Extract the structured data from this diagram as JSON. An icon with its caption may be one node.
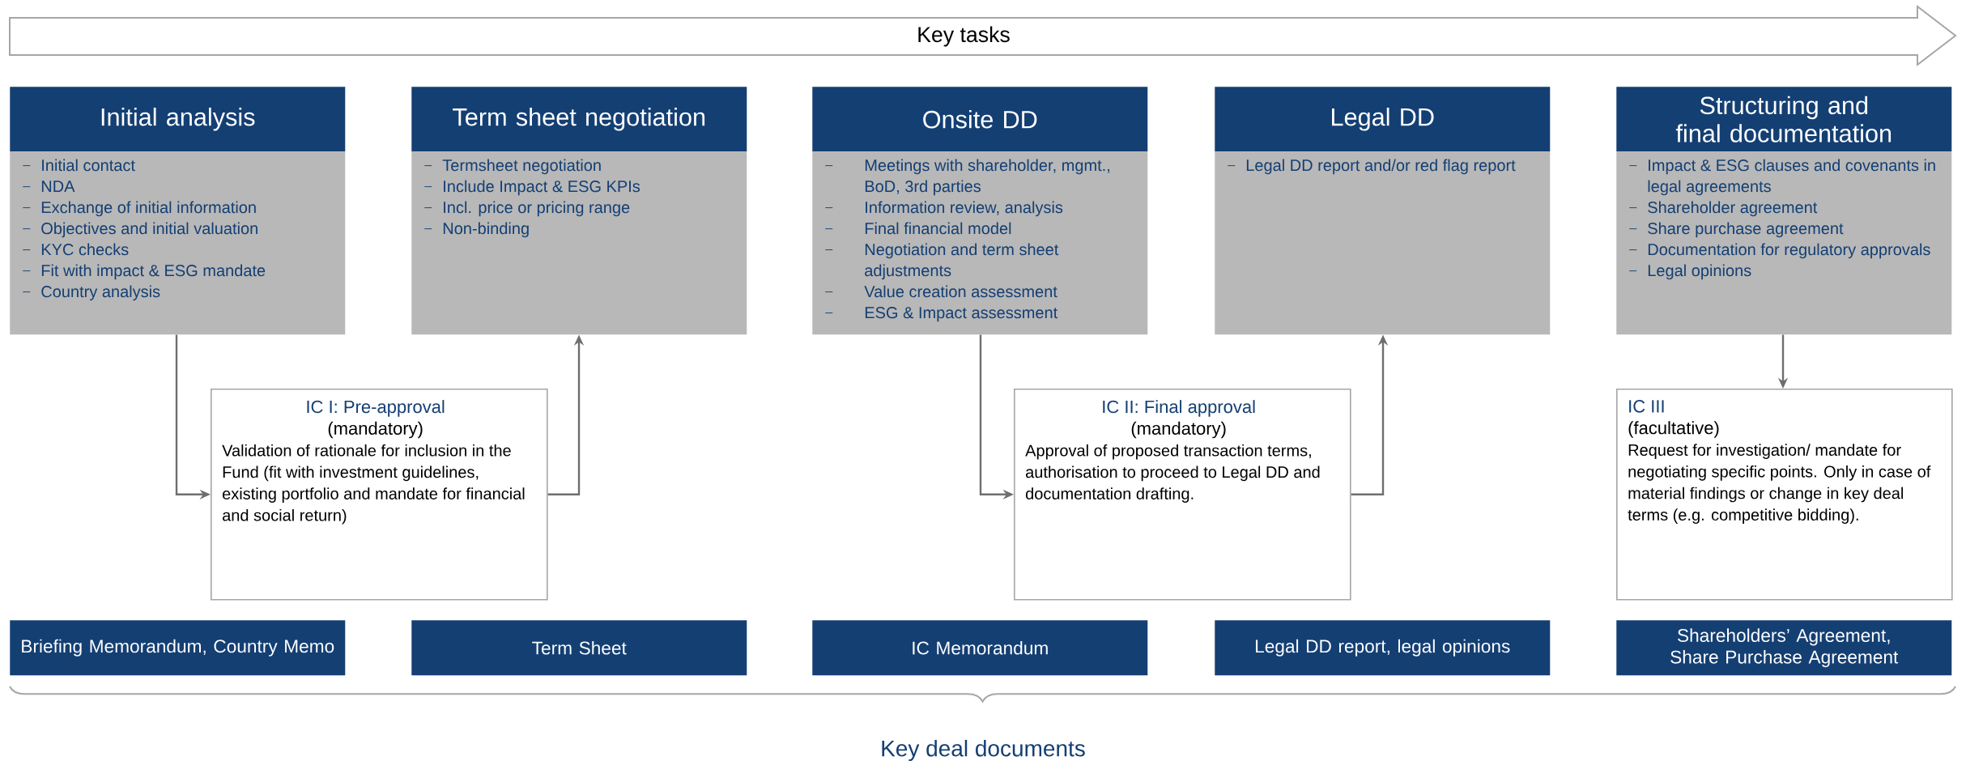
{
  "diagram": {
    "nodes": [
      {
        "text": [
          "Key tasks"
        ]
      },
      {
        "text": [
          "Initial analysis"
        ]
      },
      {
        "text": [
          "Initial contact",
          "NDA",
          "Exchange of initial information",
          "Objectives and initial valuation",
          "KYC checks",
          "Fit with impact & ESG mandate",
          "Country analysis"
        ]
      },
      {
        "text": [
          "Term sheet negotiation"
        ]
      },
      {
        "text": [
          "Termsheet negotiation",
          "Include Impact & ESG KPIs",
          "Incl. price or pricing range",
          "Non-binding"
        ]
      },
      {
        "text": [
          "Onsite DD"
        ]
      },
      {
        "text": [
          "Meetings with shareholder, mgmt., BoD, 3rd parties",
          "Information review, analysis",
          "Final financial model",
          "Negotiation and term sheet adjustments",
          "Value creation assessment",
          "ESG & Impact assessment"
        ]
      },
      {
        "text": [
          "Legal DD"
        ]
      },
      {
        "text": [
          "Legal DD report and/or red flag report"
        ]
      },
      {
        "text": [
          "Structuring and final documentation"
        ]
      },
      {
        "text": [
          "Impact & ESG clauses and covenants in legal agreements",
          "Shareholder agreement",
          "Share purchase agreement",
          "Documentation for regulatory approvals",
          "Legal opinions"
        ]
      },
      {
        "text": [
          "IC I: Pre-approval",
          "(mandatory)",
          "Validation of rationale for inclusion in the Fund (fit with investment guidelines, existing portfolio and mandate for financial and social return)"
        ]
      },
      {
        "text": [
          "IC II: Final approval",
          "(mandatory)",
          "Approval of proposed transaction terms, authorisation to proceed to Legal DD and documentation drafting."
        ]
      },
      {
        "text": [
          "IC III",
          "(facultative)",
          "Request for investigation/ mandate for negotiating specific points. Only in case of material findings or change in key deal terms (e.g. competitive bidding)."
        ]
      },
      {
        "text": [
          "Briefing Memorandum, Country Memo"
        ]
      },
      {
        "text": [
          "Term Sheet"
        ]
      },
      {
        "text": [
          "IC Memorandum"
        ]
      },
      {
        "text": [
          "Legal DD report, legal opinions"
        ]
      },
      {
        "text": [
          "Shareholders’ Agreement, Share Purchase Agreement"
        ]
      }
    ],
    "edges": [
      {
        "from": 2,
        "to": 11,
        "arrow": "to"
      },
      {
        "from": 11,
        "to": 4,
        "arrow": "to"
      },
      {
        "from": 6,
        "to": 12,
        "arrow": "to"
      },
      {
        "from": 12,
        "to": 8,
        "arrow": "to"
      },
      {
        "from": 10,
        "to": 13,
        "arrow": "to"
      }
    ],
    "labels": [
      "Key deal documents"
    ]
  }
}
